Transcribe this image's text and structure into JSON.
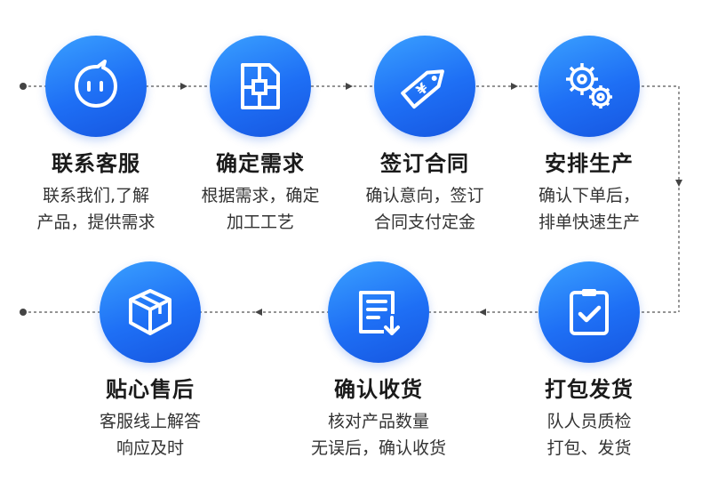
{
  "colors": {
    "accent": "#1e6ff5",
    "line": "#555555"
  },
  "steps": [
    {
      "icon": "chat-bubble-icon",
      "title": "联系客服",
      "desc": [
        "联系我们,了解",
        "产品，提供需求"
      ]
    },
    {
      "icon": "blueprint-icon",
      "title": "确定需求",
      "desc": [
        "根据需求，确定",
        "加工工艺"
      ]
    },
    {
      "icon": "price-tag-icon",
      "title": "签订合同",
      "desc": [
        "确认意向，签订",
        "合同支付定金"
      ]
    },
    {
      "icon": "gears-icon",
      "title": "安排生产",
      "desc": [
        "确认下单后，",
        "排单快速生产"
      ]
    },
    {
      "icon": "clipboard-check-icon",
      "title": "打包发货",
      "desc": [
        "队人员质检",
        "打包、发货"
      ]
    },
    {
      "icon": "document-download-icon",
      "title": "确认收货",
      "desc": [
        "核对产品数量",
        "无误后，确认收货"
      ]
    },
    {
      "icon": "box-icon",
      "title": "贴心售后",
      "desc": [
        "客服线上解答",
        "响应及时"
      ]
    }
  ]
}
